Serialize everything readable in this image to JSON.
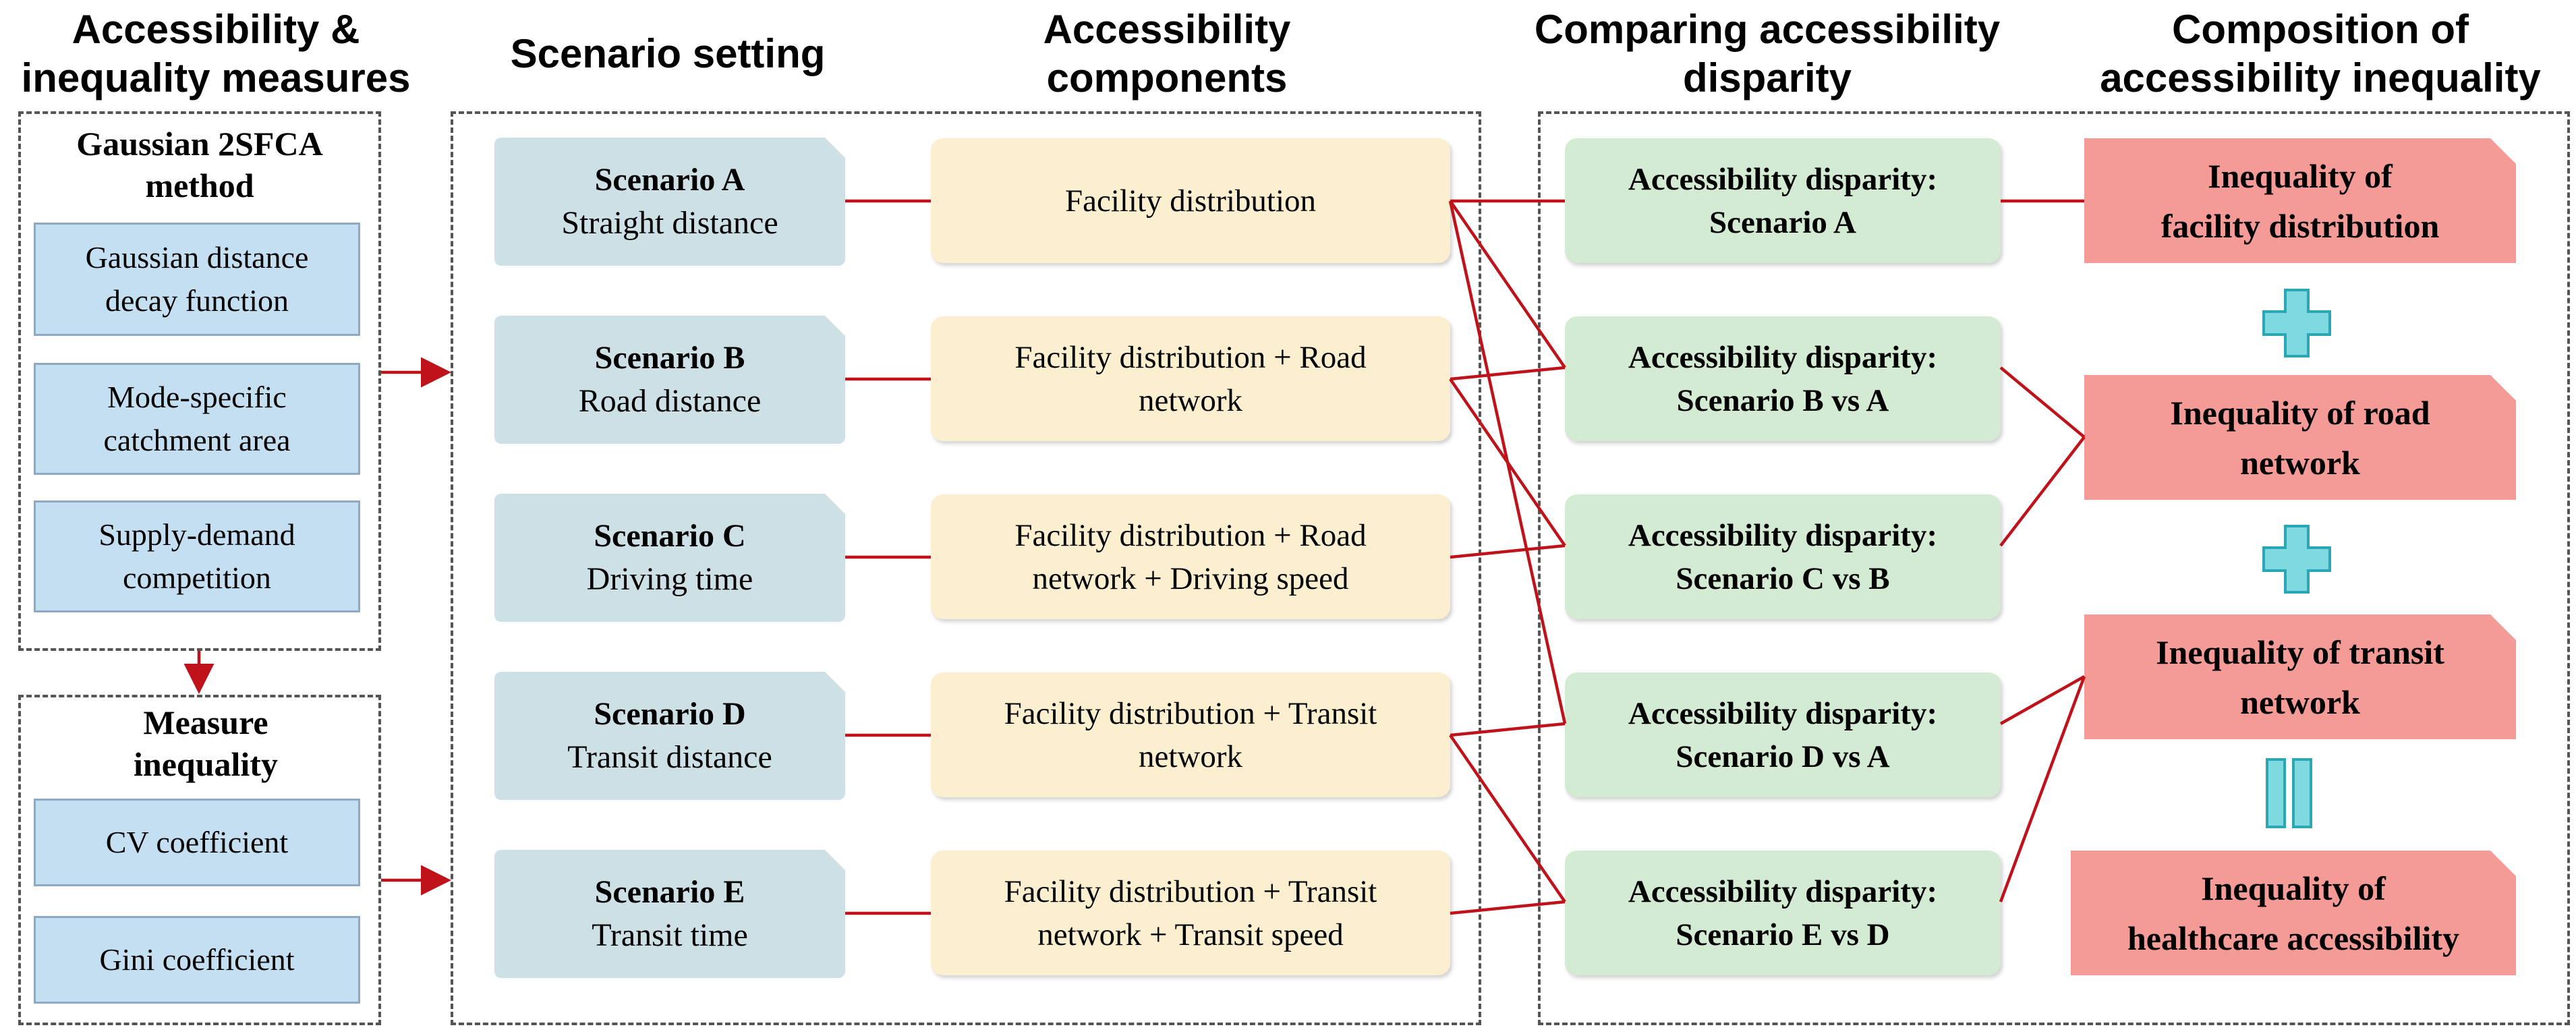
{
  "headers": {
    "col1": "Accessibility & inequality measures",
    "col2": "Scenario setting",
    "col3": "Accessibility components",
    "col4": "Comparing accessibility disparity",
    "col5": "Composition of accessibility inequality"
  },
  "gaussian": {
    "title": "Gaussian 2SFCA method",
    "items": [
      "Gaussian distance decay function",
      "Mode-specific catchment area",
      "Supply-demand competition"
    ]
  },
  "inequality": {
    "title": "Measure inequality",
    "items": [
      "CV coefficient",
      "Gini coefficient"
    ]
  },
  "scenarios": [
    {
      "title": "Scenario A",
      "sub": "Straight distance"
    },
    {
      "title": "Scenario B",
      "sub": "Road distance"
    },
    {
      "title": "Scenario C",
      "sub": "Driving time"
    },
    {
      "title": "Scenario D",
      "sub": "Transit distance"
    },
    {
      "title": "Scenario E",
      "sub": "Transit time"
    }
  ],
  "components": [
    {
      "l1": "Facility distribution",
      "l2": ""
    },
    {
      "l1": "Facility distribution + Road",
      "l2": "network"
    },
    {
      "l1": "Facility distribution + Road",
      "l2": "network + Driving speed"
    },
    {
      "l1": "Facility distribution + Transit",
      "l2": "network"
    },
    {
      "l1": "Facility distribution + Transit",
      "l2": "network + Transit speed"
    }
  ],
  "disparities": [
    {
      "l1": "Accessibility disparity:",
      "l2": "Scenario A"
    },
    {
      "l1": "Accessibility disparity:",
      "l2": "Scenario B vs A"
    },
    {
      "l1": "Accessibility disparity:",
      "l2": "Scenario C vs B"
    },
    {
      "l1": "Accessibility disparity:",
      "l2": "Scenario D vs A"
    },
    {
      "l1": "Accessibility disparity:",
      "l2": "Scenario E vs D"
    }
  ],
  "inequalities": [
    {
      "l1": "Inequality of",
      "l2": "facility distribution"
    },
    {
      "l1": "Inequality of road",
      "l2": "network"
    },
    {
      "l1": "Inequality of transit",
      "l2": "network"
    },
    {
      "l1": "Inequality of",
      "l2": "healthcare accessibility"
    }
  ],
  "colors": {
    "line": "#c0121a",
    "plus_fill": "#7fd9e0",
    "plus_stroke": "#2aa6b5"
  }
}
